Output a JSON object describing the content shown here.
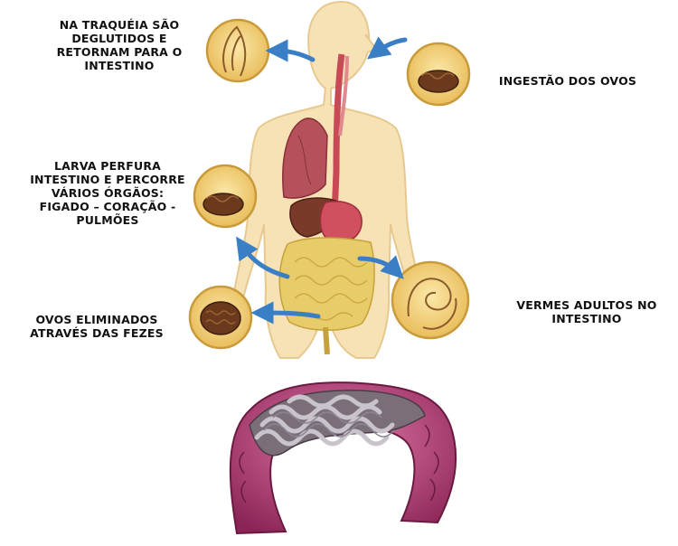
{
  "stages": {
    "tracheal": {
      "lines": [
        "NA TRAQUÉIA SÃO",
        "DEGLUTIDOS E",
        "RETORNAM PARA O",
        "INTESTINO"
      ]
    },
    "ingestion": {
      "lines": [
        "INGESTÃO DOS OVOS"
      ]
    },
    "larval_migration": {
      "lines": [
        "LARVA PERFURA",
        "INTESTINO E PERCORRE",
        "VÁRIOS ÓRGÃOS:",
        "FIGADO – CORAÇÃO -",
        "PULMÕES"
      ]
    },
    "adult_worms": {
      "lines": [
        "VERMES ADULTOS NO",
        "INTESTINO"
      ]
    },
    "egg_elimination": {
      "lines": [
        "OVOS ELIMINADOS",
        "ATRAVÉS DAS FEZES"
      ]
    }
  },
  "colors": {
    "skin": "#f7e2b5",
    "skin_edge": "#e6c98f",
    "lung": "#b5515a",
    "liver": "#7a3a2a",
    "stomach": "#d05060",
    "intestine": "#e8cc6a",
    "arrow": "#3a7fc6",
    "circle_fill": "#f5d78a",
    "circle_edge": "#c99a3a",
    "egg": "#6b3a1c",
    "colon": "#b8407a",
    "worm": "#9e9aa6"
  }
}
